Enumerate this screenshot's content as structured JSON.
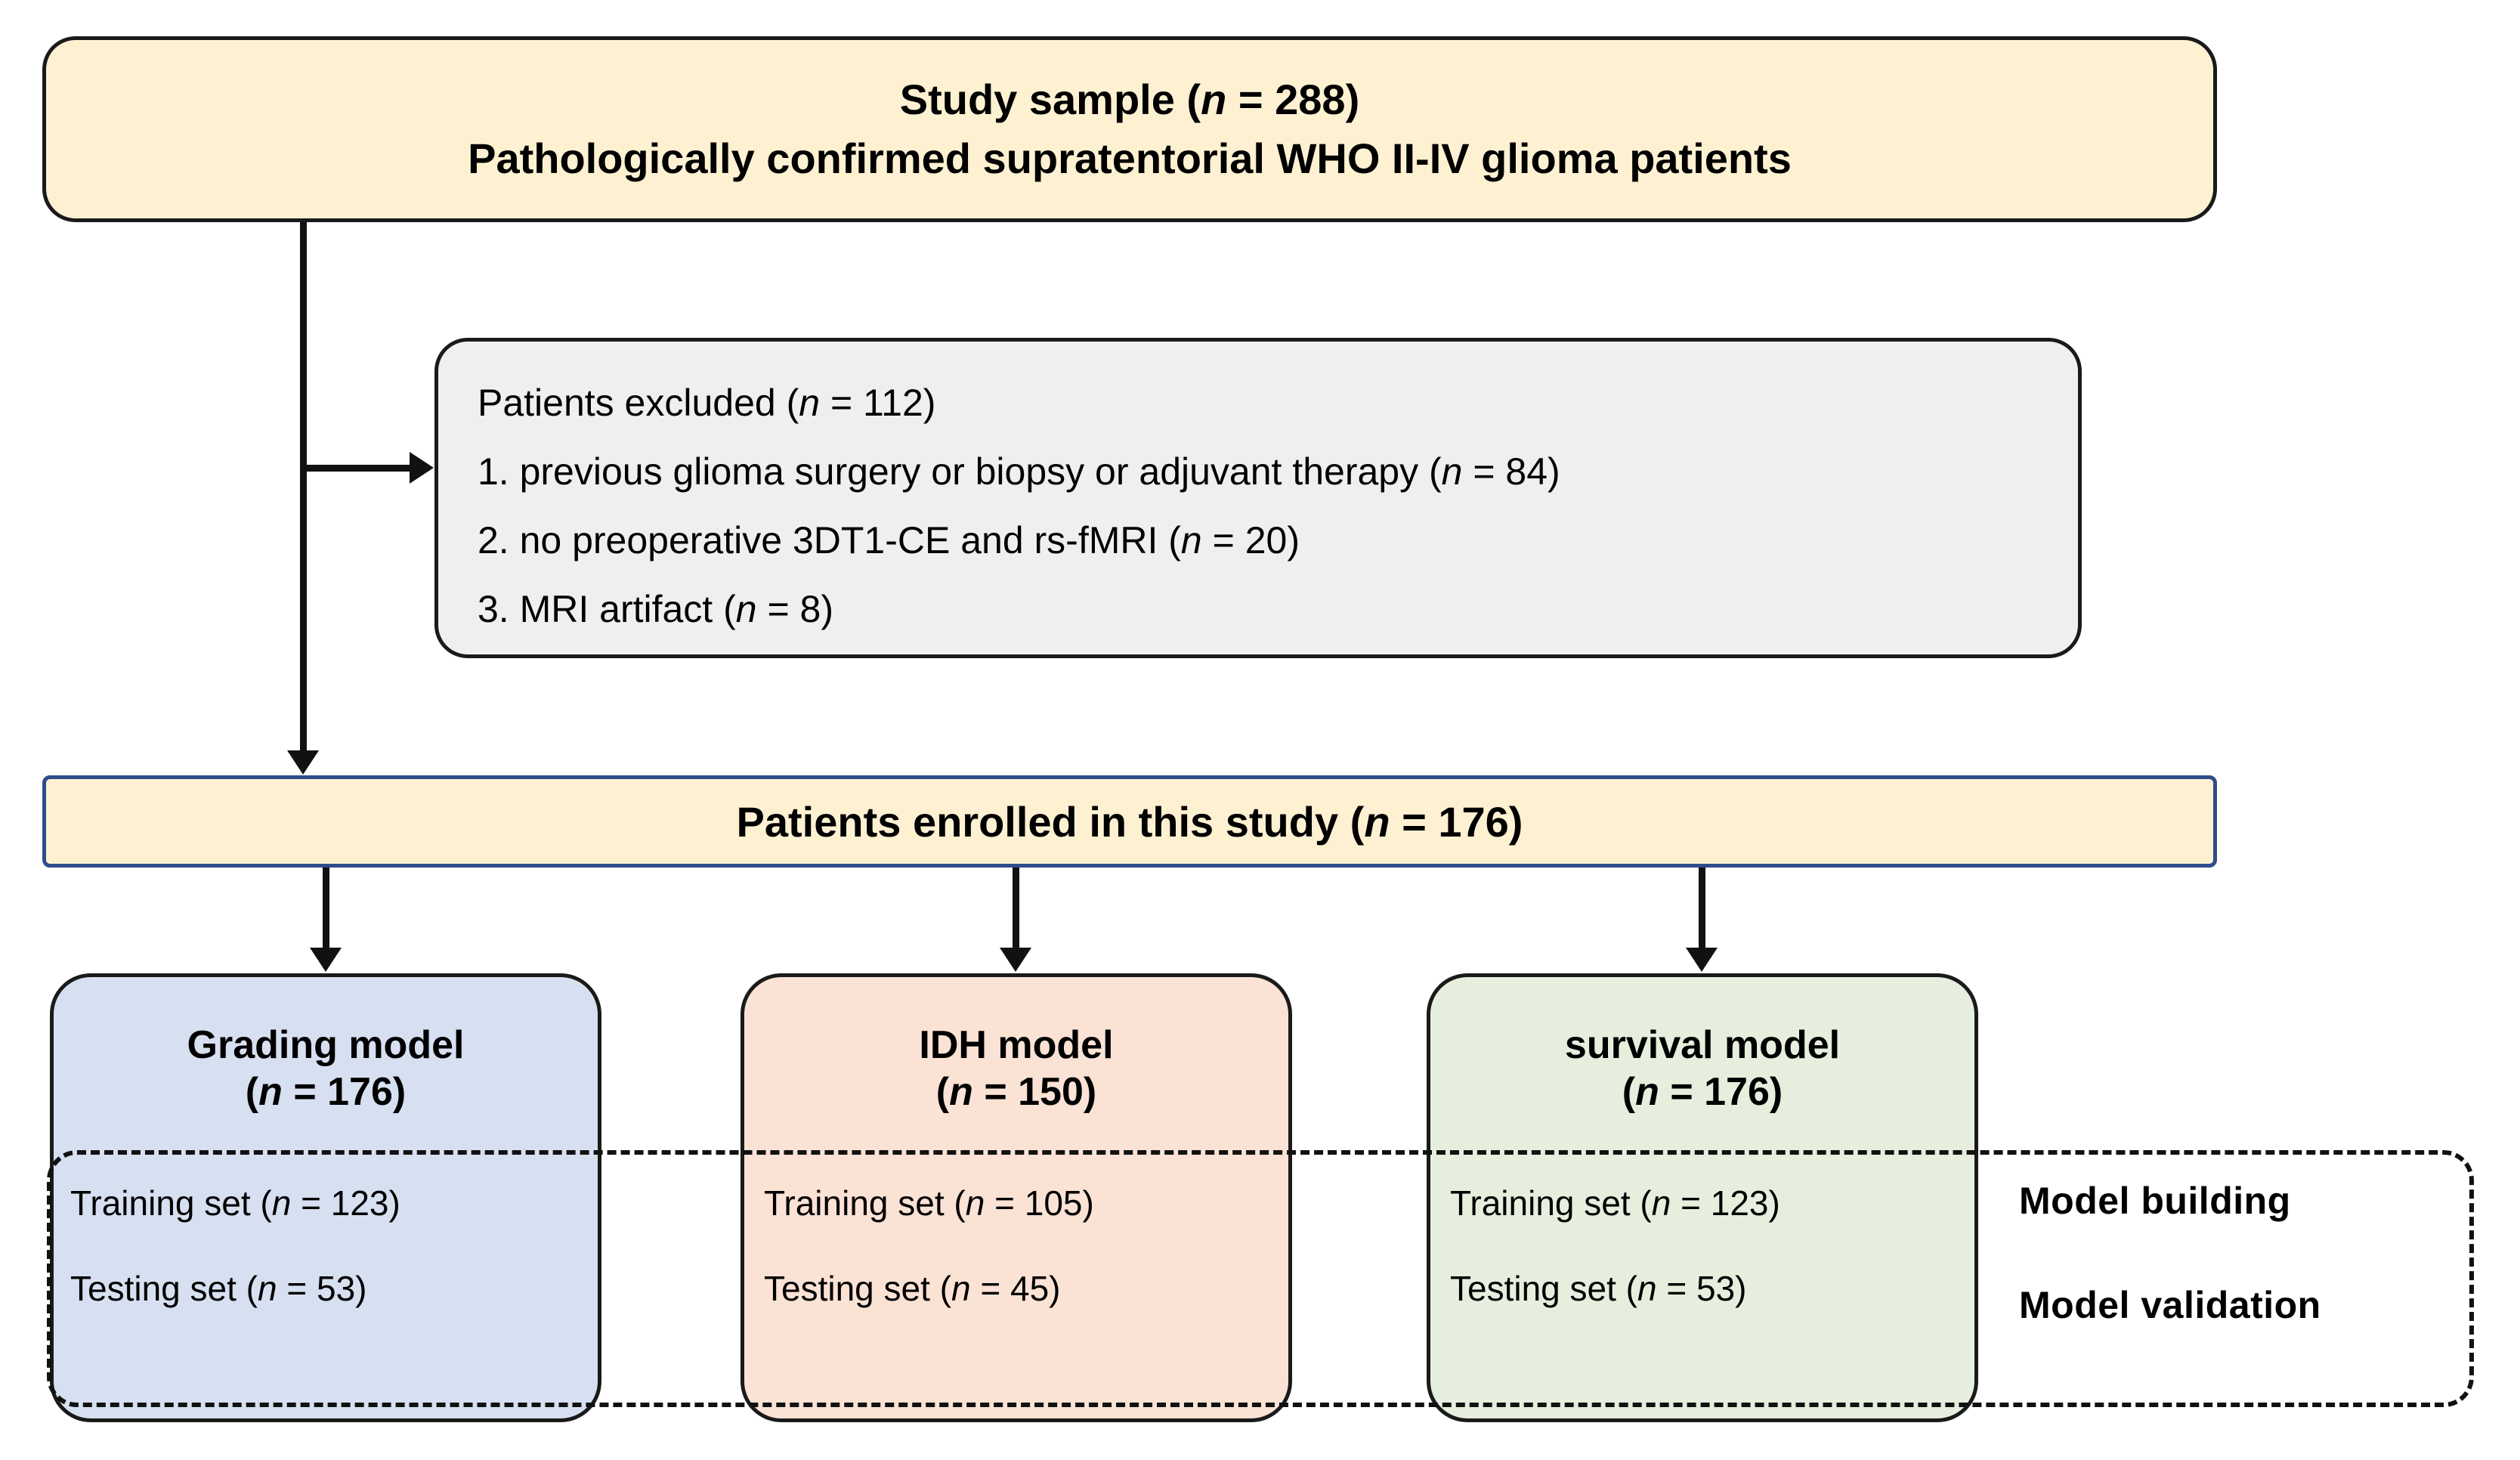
{
  "study_sample": {
    "line1": "Study sample (n = 288)",
    "line2": "Pathologically confirmed supratentorial WHO II-IV glioma patients"
  },
  "excluded": {
    "heading": "Patients excluded (n = 112)",
    "items": [
      "1. previous glioma surgery or biopsy or adjuvant therapy (n = 84)",
      "2. no preoperative 3DT1-CE and rs-fMRI (n = 20)",
      "3. MRI artifact (n = 8)"
    ]
  },
  "enrolled": {
    "label": "Patients enrolled in this study (n = 176)"
  },
  "models": [
    {
      "title": "Grading model",
      "count": "(n = 176)",
      "training": "Training set (n = 123)",
      "testing": "Testing set (n = 53)",
      "color": "#d7e0f1"
    },
    {
      "title": "IDH model",
      "count": "(n = 150)",
      "training": "Training set (n = 105)",
      "testing": "Testing set (n = 45)",
      "color": "#fae2d4"
    },
    {
      "title": "survival model",
      "count": "(n = 176)",
      "training": "Training set (n = 123)",
      "testing": "Testing set (n = 53)",
      "color": "#e6eedd"
    }
  ],
  "stages": {
    "building": "Model  building",
    "validation": "Model  validation"
  },
  "colors": {
    "box_yellow": "#fdf1d2",
    "box_grey": "#efefef",
    "box_blue": "#d7e0f1",
    "box_pink": "#fae2d4",
    "box_green": "#e6eedd",
    "border_dark": "#1a1a1a",
    "border_blue": "#2e4d8a",
    "line": "#111111"
  }
}
